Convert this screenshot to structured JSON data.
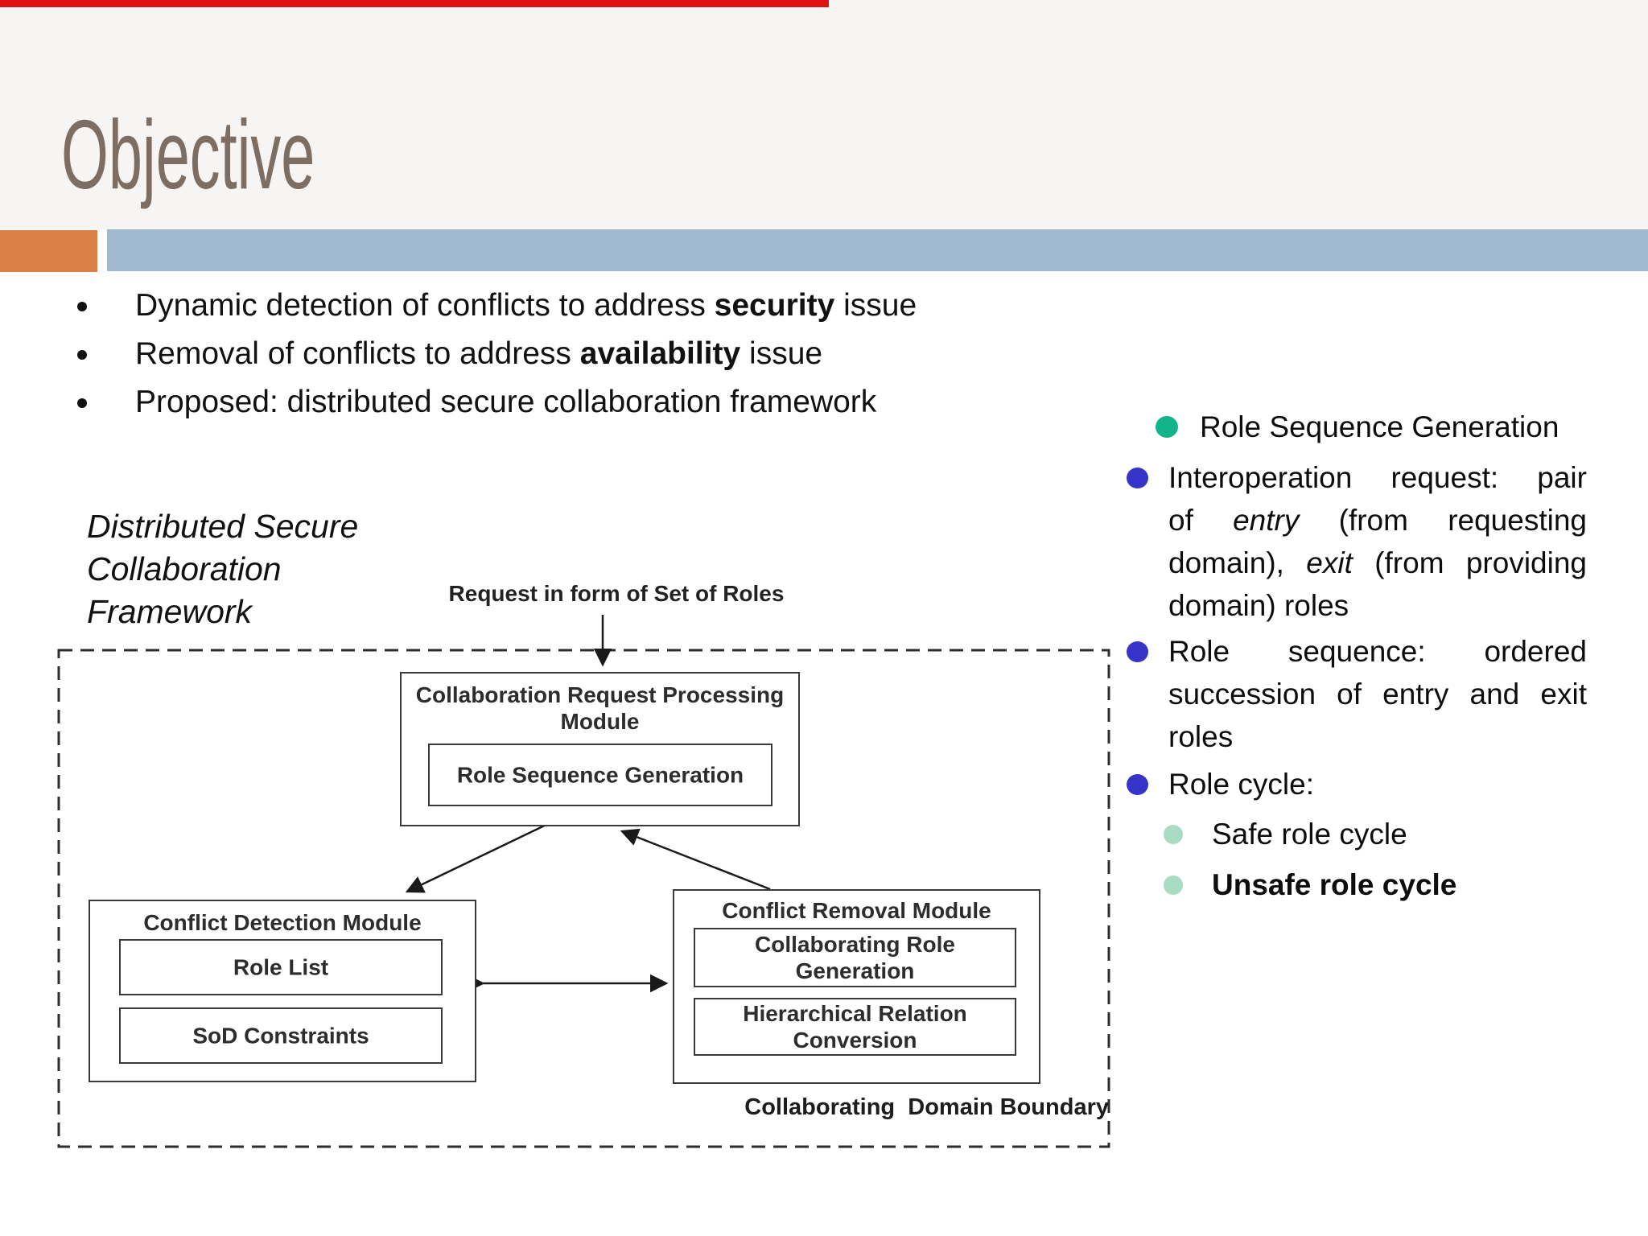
{
  "slide": {
    "title": "Objective",
    "colors": {
      "top_bar_red": "#e11212",
      "accent_orange": "#dd8047",
      "accent_blue": "#a1b9d0",
      "title_brown": "#7d6e63",
      "bullet_indigo": "#3533c8",
      "bullet_green": "#12b48a",
      "bullet_mint": "#a9dcc4",
      "text_black": "#111111"
    }
  },
  "bullets": {
    "items": [
      {
        "segments": [
          {
            "t": "Dynamic detection of conflicts to address "
          },
          {
            "t": "security",
            "b": 1
          },
          {
            "t": " issue"
          }
        ]
      },
      {
        "segments": [
          {
            "t": "Removal of conflicts to address "
          },
          {
            "t": "availability",
            "b": 1
          },
          {
            "t": " issue"
          }
        ]
      },
      {
        "segments": [
          {
            "t": "Proposed: distributed secure collaboration framework"
          }
        ]
      }
    ]
  },
  "caption": {
    "line1": "Distributed Secure",
    "line2": "Collaboration",
    "line3": "Framework"
  },
  "right_list": {
    "items": [
      {
        "level": 1,
        "bullet": "green",
        "lines": [
          {
            "j": 0,
            "words": [
              {
                "t": "Role"
              },
              {
                "t": "Sequence"
              },
              {
                "t": "Generation"
              }
            ]
          }
        ]
      },
      {
        "level": 0,
        "bullet": "indigo",
        "lines": [
          {
            "j": 1,
            "words": [
              {
                "t": "Interoperation"
              },
              {
                "t": "request:"
              },
              {
                "t": "pair"
              }
            ]
          },
          {
            "j": 1,
            "words": [
              {
                "t": "of"
              },
              {
                "t": "entry",
                "i": 1
              },
              {
                "t": "(from"
              },
              {
                "t": "requesting"
              }
            ]
          },
          {
            "j": 1,
            "words": [
              {
                "t": "domain),"
              },
              {
                "t": "exit",
                "i": 1
              },
              {
                "t": "(from"
              },
              {
                "t": "providing"
              }
            ]
          },
          {
            "j": 0,
            "words": [
              {
                "t": "domain)"
              },
              {
                "t": "roles"
              }
            ]
          }
        ]
      },
      {
        "level": 0,
        "bullet": "indigo",
        "lines": [
          {
            "j": 1,
            "words": [
              {
                "t": "Role"
              },
              {
                "t": "sequence:"
              },
              {
                "t": "ordered"
              }
            ]
          },
          {
            "j": 1,
            "words": [
              {
                "t": "succession"
              },
              {
                "t": "of"
              },
              {
                "t": "entry"
              },
              {
                "t": "and"
              },
              {
                "t": "exit"
              }
            ]
          },
          {
            "j": 0,
            "words": [
              {
                "t": "roles"
              }
            ]
          }
        ]
      },
      {
        "level": 0,
        "bullet": "indigo",
        "lines": [
          {
            "j": 0,
            "words": [
              {
                "t": "Role"
              },
              {
                "t": "cycle:"
              }
            ]
          }
        ]
      },
      {
        "level": 2,
        "bullet": "mint",
        "lines": [
          {
            "j": 0,
            "words": [
              {
                "t": "Safe"
              },
              {
                "t": "role"
              },
              {
                "t": "cycle"
              }
            ]
          }
        ]
      },
      {
        "level": 2,
        "bullet": "mint",
        "lines": [
          {
            "j": 0,
            "words": [
              {
                "t": "Unsafe",
                "b": 1
              },
              {
                "t": "role",
                "b": 1
              },
              {
                "t": "cycle",
                "b": 1
              }
            ]
          }
        ]
      }
    ]
  },
  "diagram": {
    "request_label": "Request in form of Set of Roles",
    "top_module": {
      "title": "Collaboration Request Processing\nModule",
      "inner": "Role Sequence Generation"
    },
    "left_module": {
      "title": "Conflict Detection Module",
      "inner1": "Role List",
      "inner2": "SoD Constraints"
    },
    "right_module": {
      "title": "Conflict Removal Module",
      "inner1": "Collaborating Role\nGeneration",
      "inner2": "Hierarchical Relation\nConversion"
    },
    "boundary_label": "Collaborating  Domain Boundary"
  }
}
